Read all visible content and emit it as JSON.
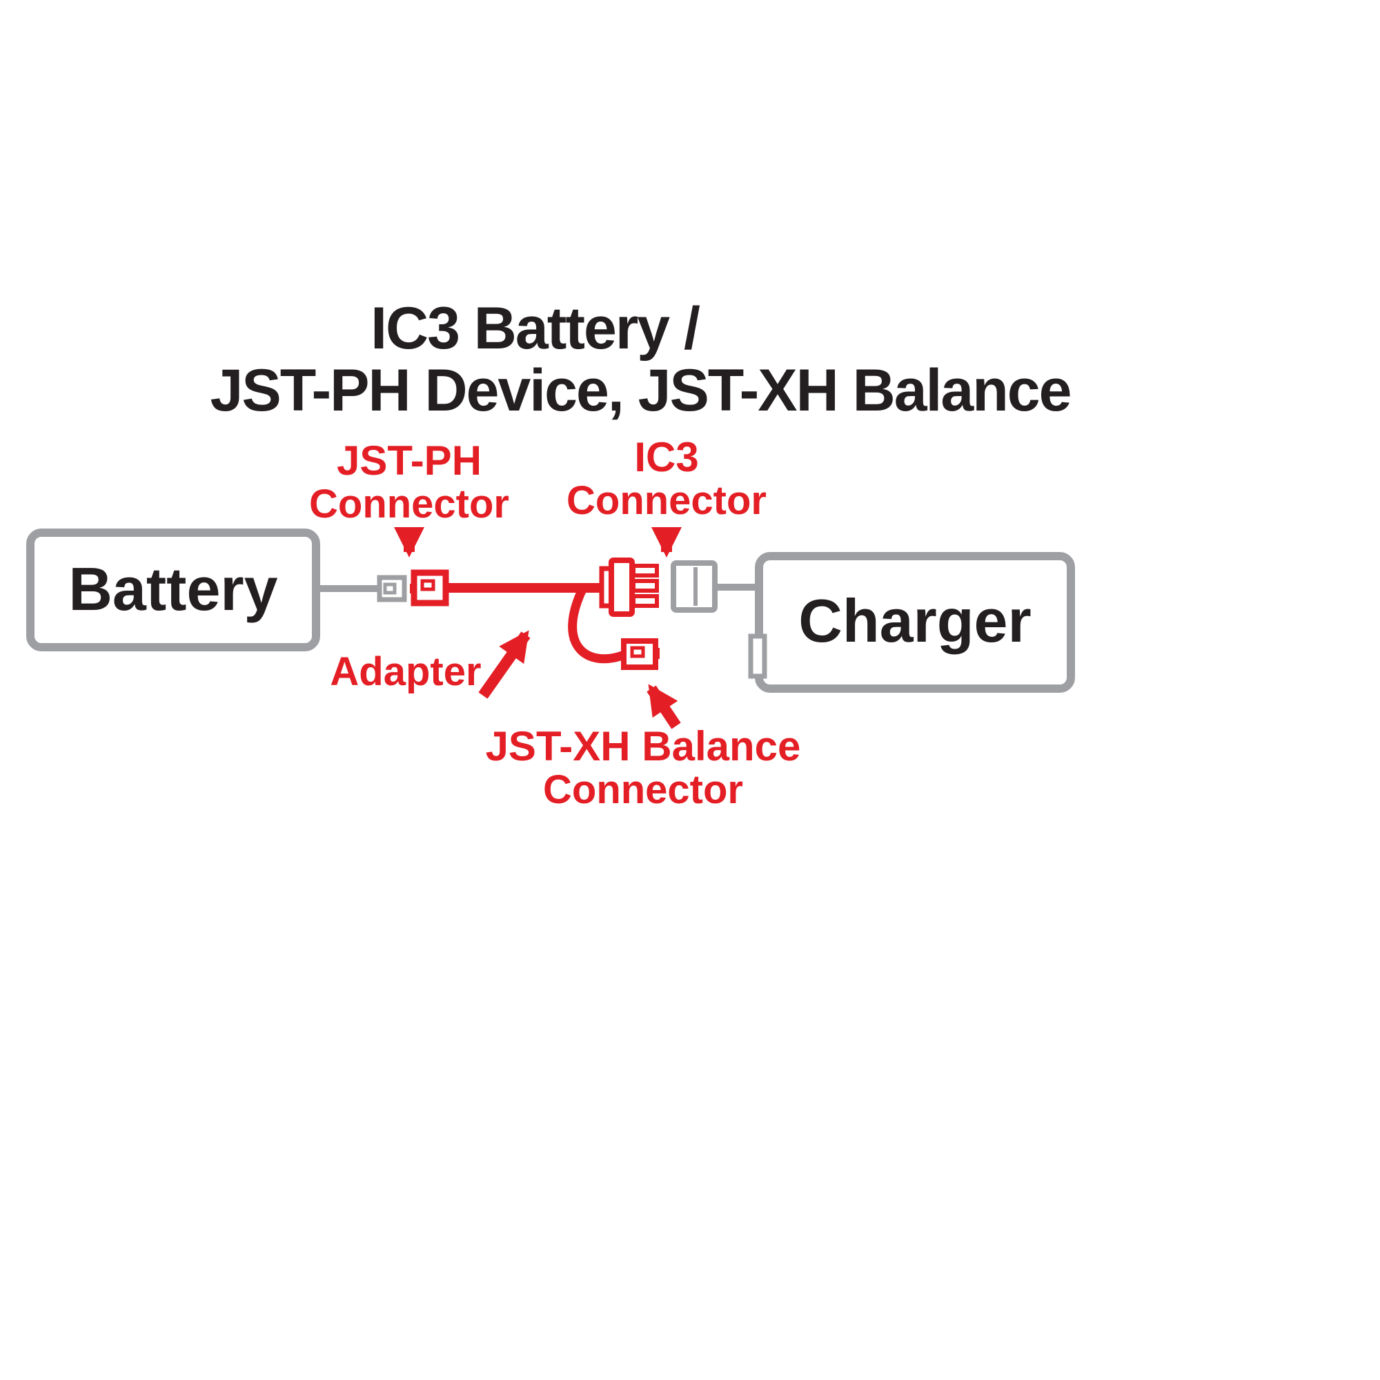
{
  "title": {
    "line1": "IC3 Battery /",
    "line2": "JST-PH Device, JST-XH Balance"
  },
  "labels": {
    "jst_ph": {
      "line1": "JST-PH",
      "line2": "Connector"
    },
    "ic3": {
      "line1": "IC3",
      "line2": "Connector"
    },
    "adapter": "Adapter",
    "jst_xh": {
      "line1": "JST-XH Balance",
      "line2": "Connector"
    }
  },
  "nodes": {
    "battery": "Battery",
    "charger": "Charger"
  },
  "colors": {
    "accent_red": "#e41e25",
    "wire_gray": "#9d9fa2",
    "text_black": "#231f20",
    "background": "#ffffff"
  }
}
